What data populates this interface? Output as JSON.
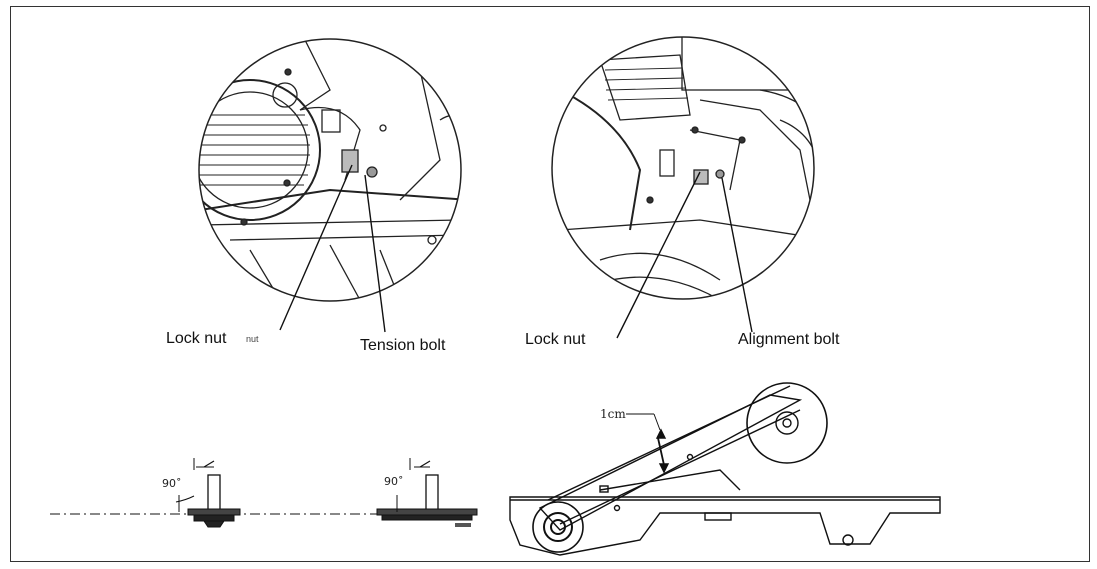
{
  "labels": {
    "left_lock_nut": "Lock nut",
    "left_nut_small": "nut",
    "tension_bolt": "Tension bolt",
    "right_lock_nut": "Lock nut",
    "alignment_bolt": "Alignment bolt",
    "angle_left": "90˚",
    "angle_right": "90˚",
    "belt_gap": "1cm"
  }
}
